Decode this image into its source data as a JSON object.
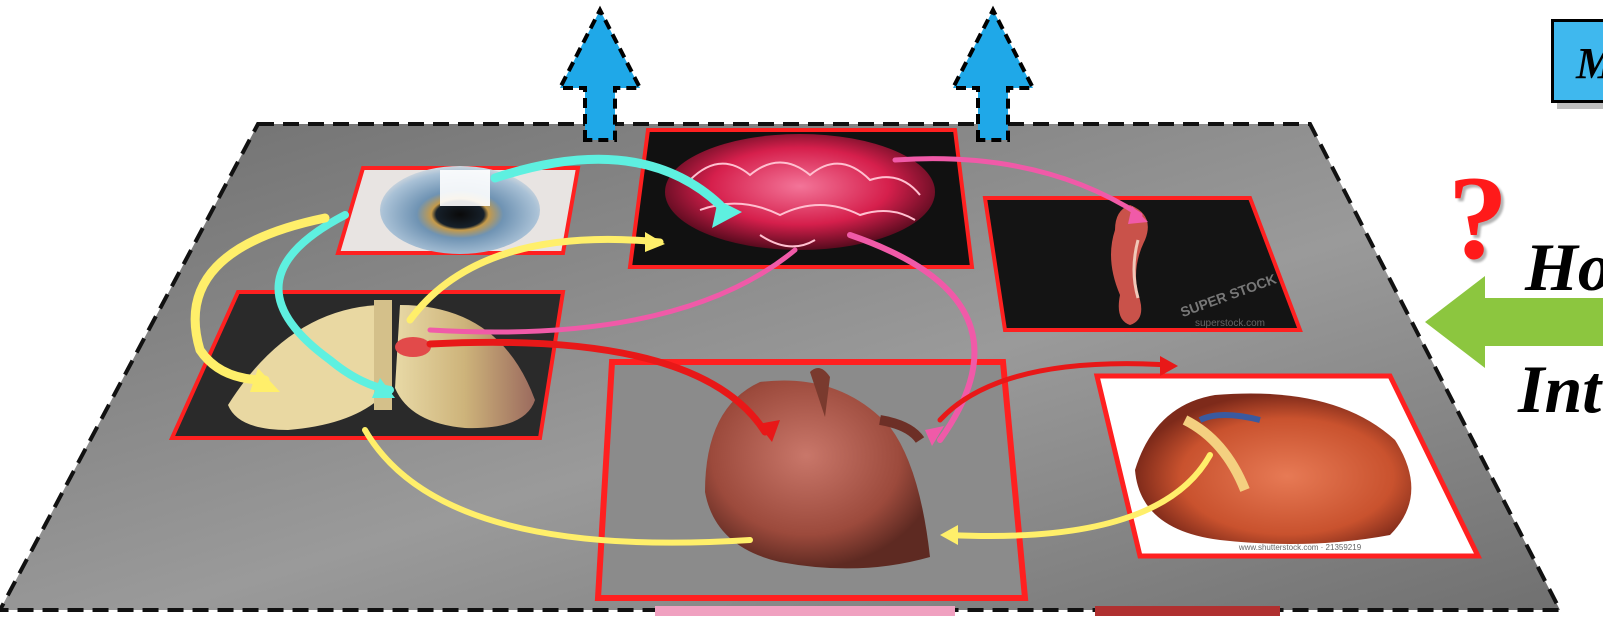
{
  "side_panel": {
    "box_text": "M",
    "question_mark": "?",
    "line1": "Ho",
    "line2": "Int"
  },
  "organs": [
    {
      "name": "eye"
    },
    {
      "name": "brain"
    },
    {
      "name": "muscle"
    },
    {
      "name": "lung"
    },
    {
      "name": "heart"
    },
    {
      "name": "kidney"
    }
  ],
  "watermarks": {
    "muscle": "SUPER STOCK",
    "muscle_url": "superstock.com",
    "kidney": "www.shutterstock.com  · 21359219"
  },
  "colors": {
    "platform": "#808080",
    "frame": "#ff2020",
    "up_arrow": "#1fa8e8",
    "left_arrow": "#8cc63f",
    "cyan_link": "#5ef0e0",
    "yellow_link": "#ffef6a",
    "pink_link": "#f05aa8",
    "red_link": "#e81818",
    "label_box": "#3fb8ee"
  }
}
